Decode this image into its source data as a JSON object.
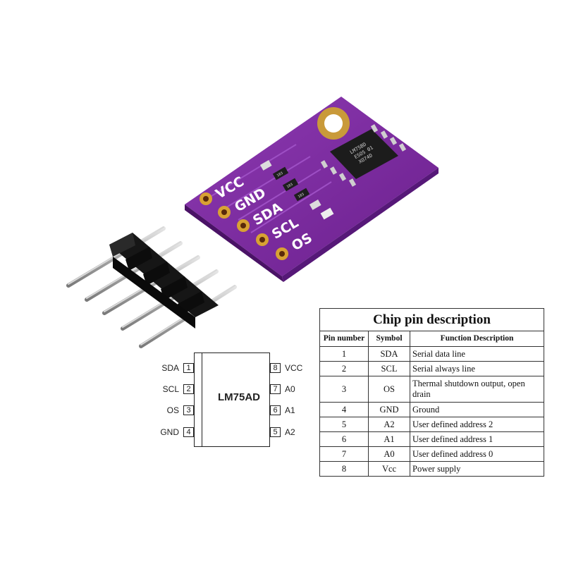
{
  "board": {
    "pin_labels": [
      "VCC",
      "GND",
      "SDA",
      "SCL",
      "OS"
    ],
    "chip_marking": [
      "LM75BD",
      "ESOS 01",
      "XO74D"
    ],
    "smd_marking": [
      "103",
      "103",
      "103"
    ],
    "pcb_color": "#7b2a9e",
    "pad_color": "#d8a233"
  },
  "ic": {
    "name": "LM75AD",
    "left_pins": [
      {
        "label": "SDA",
        "num": "1"
      },
      {
        "label": "SCL",
        "num": "2"
      },
      {
        "label": "OS",
        "num": "3"
      },
      {
        "label": "GND",
        "num": "4"
      }
    ],
    "right_pins": [
      {
        "label": "VCC",
        "num": "8"
      },
      {
        "label": "A0",
        "num": "7"
      },
      {
        "label": "A1",
        "num": "6"
      },
      {
        "label": "A2",
        "num": "5"
      }
    ]
  },
  "table": {
    "title": "Chip pin description",
    "headers": [
      "Pin number",
      "Symbol",
      "Function Description"
    ],
    "rows": [
      {
        "num": "1",
        "symbol": "SDA",
        "desc": "Serial data line"
      },
      {
        "num": "2",
        "symbol": "SCL",
        "desc": "Serial always line"
      },
      {
        "num": "3",
        "symbol": "OS",
        "desc": "Thermal shutdown output, open drain"
      },
      {
        "num": "4",
        "symbol": "GND",
        "desc": "Ground"
      },
      {
        "num": "5",
        "symbol": "A2",
        "desc": "User defined address 2"
      },
      {
        "num": "6",
        "symbol": "A1",
        "desc": "User defined address 1"
      },
      {
        "num": "7",
        "symbol": "A0",
        "desc": "User defined address 0"
      },
      {
        "num": "8",
        "symbol": "Vcc",
        "desc": "Power supply"
      }
    ]
  }
}
